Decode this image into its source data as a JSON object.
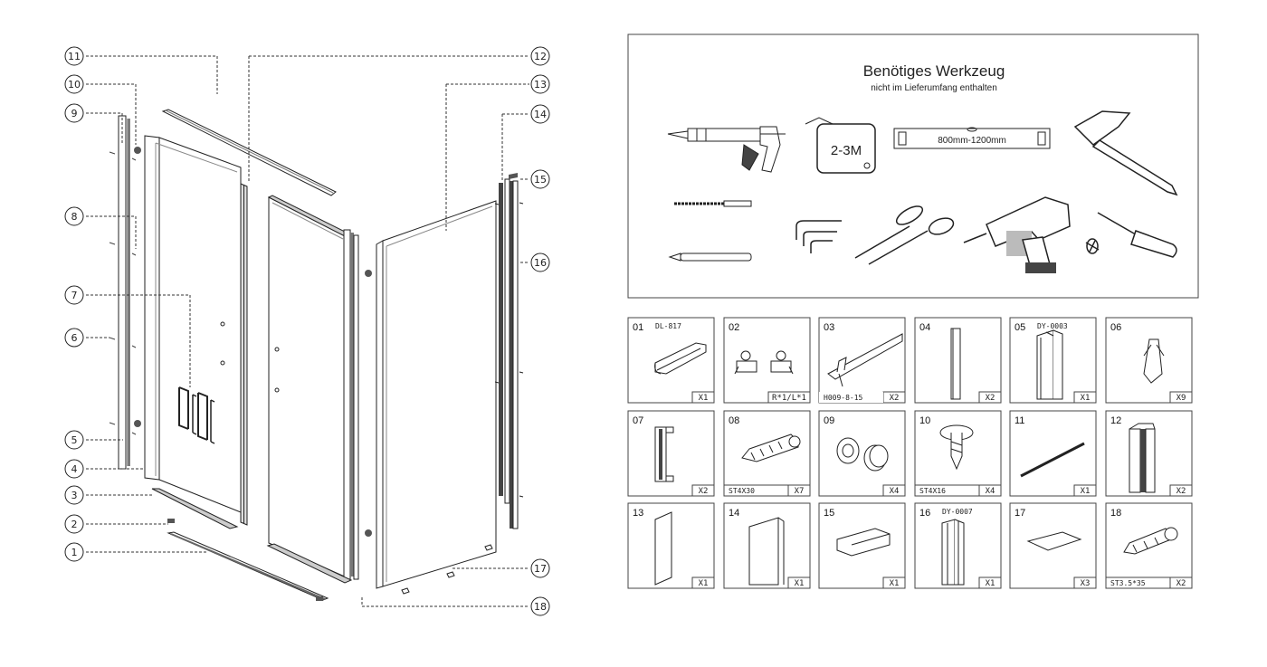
{
  "diagram": {
    "callouts": [
      "11",
      "10",
      "9",
      "8",
      "7",
      "6",
      "5",
      "4",
      "3",
      "2",
      "1",
      "12",
      "13",
      "14",
      "15",
      "16",
      "17",
      "18"
    ]
  },
  "tools": {
    "title": "Benötiges Werkzeug",
    "subtitle": "nicht im Lieferumfang enthalten",
    "tape_label": "2-3M",
    "level_label": "800mm-1200mm",
    "icons": [
      "caulking-gun",
      "tape-measure",
      "spirit-level",
      "hammer",
      "drill-bit",
      "pencil",
      "hex-keys",
      "scissors",
      "cordless-drill",
      "screwdriver"
    ]
  },
  "parts": [
    {
      "num": "01",
      "tag": "DL-817",
      "qty": "X1"
    },
    {
      "num": "02",
      "tag": "",
      "qty": "R*1/L*1"
    },
    {
      "num": "03",
      "tag": "H009-8-15",
      "qty": "X2"
    },
    {
      "num": "04",
      "tag": "",
      "qty": "X2"
    },
    {
      "num": "05",
      "tag": "DY-0003",
      "qty": "X1"
    },
    {
      "num": "06",
      "tag": "",
      "qty": "X9"
    },
    {
      "num": "07",
      "tag": "",
      "qty": "X2"
    },
    {
      "num": "08",
      "tag": "ST4X30",
      "qty": "X7"
    },
    {
      "num": "09",
      "tag": "",
      "qty": "X4"
    },
    {
      "num": "10",
      "tag": "ST4X16",
      "qty": "X4"
    },
    {
      "num": "11",
      "tag": "",
      "qty": "X1"
    },
    {
      "num": "12",
      "tag": "",
      "qty": "X2"
    },
    {
      "num": "13",
      "tag": "",
      "qty": "X1"
    },
    {
      "num": "14",
      "tag": "",
      "qty": "X1"
    },
    {
      "num": "15",
      "tag": "",
      "qty": "X1"
    },
    {
      "num": "16",
      "tag": "DY-0007",
      "qty": "X1"
    },
    {
      "num": "17",
      "tag": "",
      "qty": "X3"
    },
    {
      "num": "18",
      "tag": "ST3.5*35",
      "qty": "X2"
    }
  ]
}
